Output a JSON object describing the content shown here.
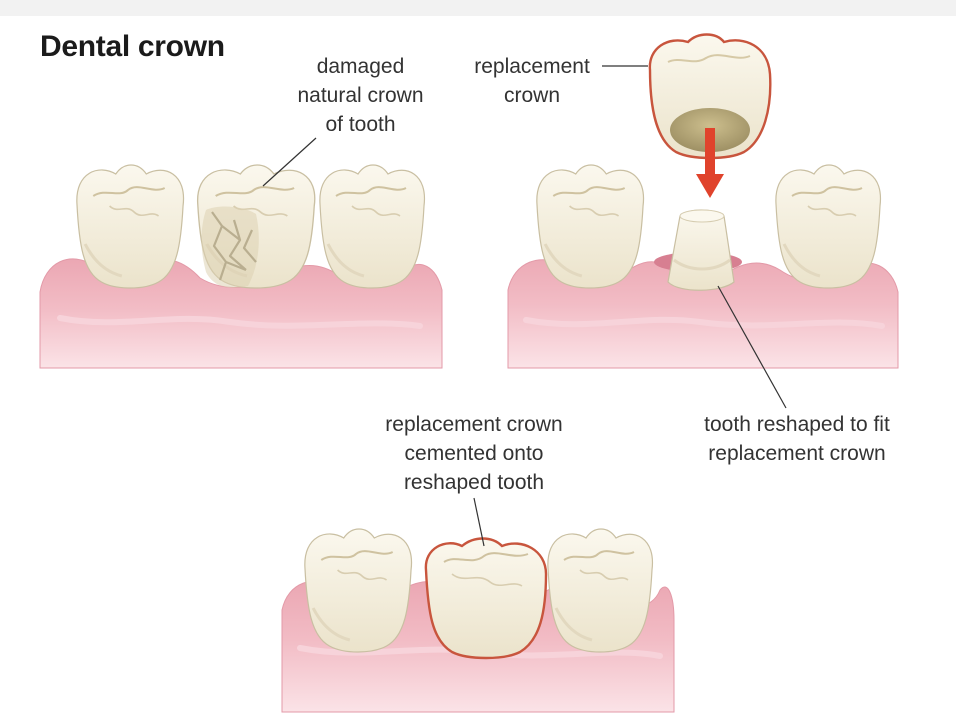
{
  "title": "Dental crown",
  "labels": {
    "damaged": [
      "damaged",
      "natural crown",
      "of tooth"
    ],
    "replacement": [
      "replacement",
      "crown"
    ],
    "cemented": [
      "replacement crown",
      "cemented onto",
      "reshaped tooth"
    ],
    "reshaped": [
      "tooth reshaped to fit",
      "replacement crown"
    ]
  },
  "colors": {
    "gum": "#f2bcc5",
    "gum_dark": "#e39aa8",
    "tooth": "#f6f1e2",
    "tooth_shadow": "#e5dcc2",
    "crown_outline": "#c8553d",
    "arrow": "#e0432c",
    "leader": "#333333"
  }
}
